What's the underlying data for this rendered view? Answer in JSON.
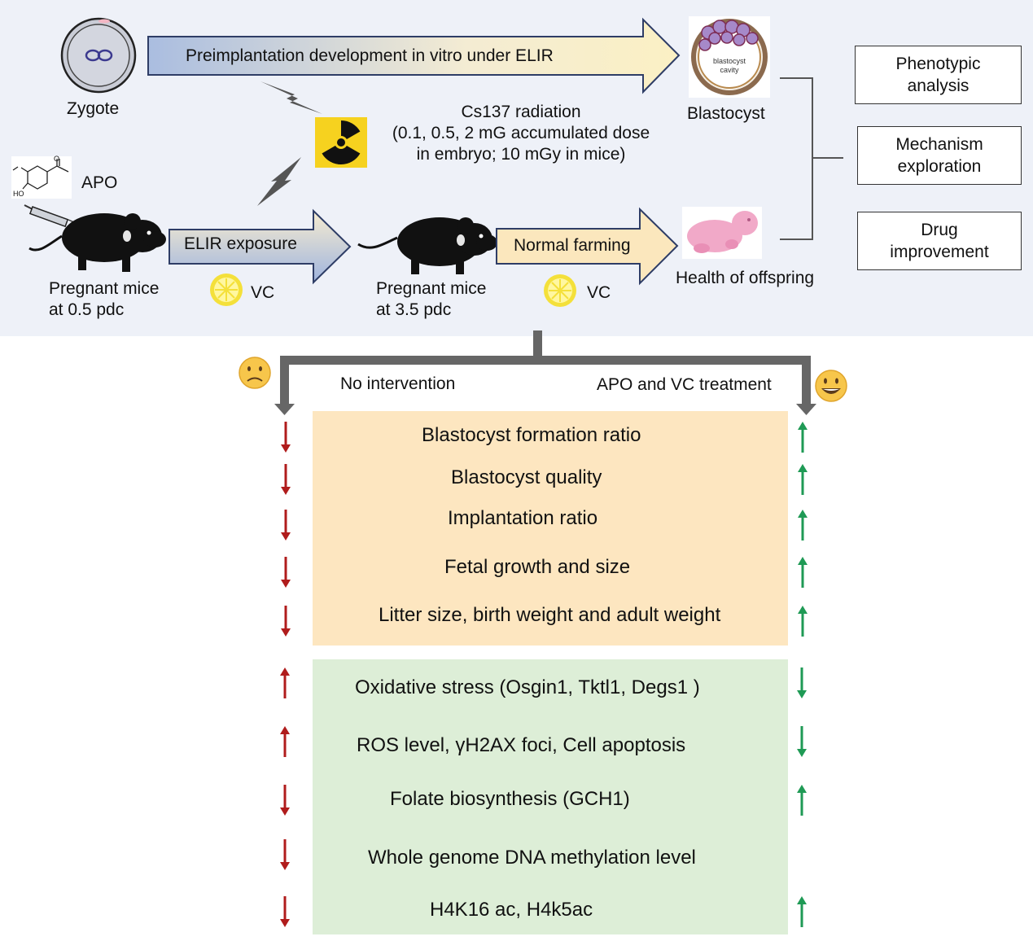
{
  "top": {
    "zygote_label": "Zygote",
    "preimplantation_label": "Preimplantation development in vitro under ELIR",
    "blastocyst_inner_line1": "blastocyst",
    "blastocyst_inner_line2": "cavity",
    "blastocyst_label": "Blastocyst",
    "radiation_line1": "Cs137 radiation",
    "radiation_line2": "(0.1, 0.5, 2 mG accumulated dose",
    "radiation_line3": "in embryo; 10 mGy in mice)",
    "apo_label": "APO",
    "molecule_o": "O",
    "molecule_ho": "HO",
    "elir_exposure_label": "ELIR exposure",
    "vc_label_1": "VC",
    "normal_farming_label": "Normal farming",
    "vc_label_2": "VC",
    "pregnant_05_line1": "Pregnant mice",
    "pregnant_05_line2": "at 0.5 pdc",
    "pregnant_35_line1": "Pregnant mice",
    "pregnant_35_line2": "at 3.5 pdc",
    "offspring_label": "Health of offspring",
    "outcomes": [
      {
        "line1": "Phenotypic",
        "line2": "analysis"
      },
      {
        "line1": "Mechanism",
        "line2": "exploration"
      },
      {
        "line1": "Drug",
        "line2": "improvement"
      }
    ]
  },
  "branches": {
    "left_label": "No intervention",
    "right_label": "APO and VC treatment"
  },
  "phenotype_rows": [
    {
      "text": "Blastocyst formation ratio",
      "left": "down",
      "right": "up"
    },
    {
      "text": "Blastocyst quality",
      "left": "down",
      "right": "up"
    },
    {
      "text": "Implantation ratio",
      "left": "down",
      "right": "up"
    },
    {
      "text": "Fetal growth and size",
      "left": "down",
      "right": "up"
    },
    {
      "text": "Litter size, birth weight and adult weight",
      "left": "down",
      "right": "up"
    }
  ],
  "mechanism_rows": [
    {
      "text": "Oxidative stress (Osgin1, Tktl1, Degs1 )",
      "left": "up",
      "right": "down"
    },
    {
      "text": "ROS level, γH2AX  foci, Cell apoptosis",
      "left": "up",
      "right": "down"
    },
    {
      "text": "Folate biosynthesis (GCH1)",
      "left": "down",
      "right": "up"
    },
    {
      "text": "Whole genome DNA methylation level",
      "left": "down",
      "right": "none"
    },
    {
      "text": "H4K16 ac, H4k5ac",
      "left": "down",
      "right": "up"
    }
  ],
  "colors": {
    "top_panel_bg": "#eef1f8",
    "phenotype_bg": "#fde6c0",
    "mechanism_bg": "#ddeed7",
    "arrow_red": "#b01c1c",
    "arrow_green": "#1f9a55",
    "arrow_gradient_top": "#fdf2c7",
    "arrow_gradient_bottom": "#a9bbdf",
    "radiation_yellow": "#f6d21f",
    "emoji_yellow": "#f7c64b"
  },
  "icons": [
    "zygote-cell-icon",
    "blastocyst-icon",
    "lightning-bolt-icon",
    "radiation-icon",
    "molecule-structure-icon",
    "syringe-icon",
    "mouse-icon",
    "lemon-icon",
    "newborn-pup-icon",
    "sad-face-icon",
    "smiling-face-icon",
    "up-arrow-icon",
    "down-arrow-icon"
  ]
}
